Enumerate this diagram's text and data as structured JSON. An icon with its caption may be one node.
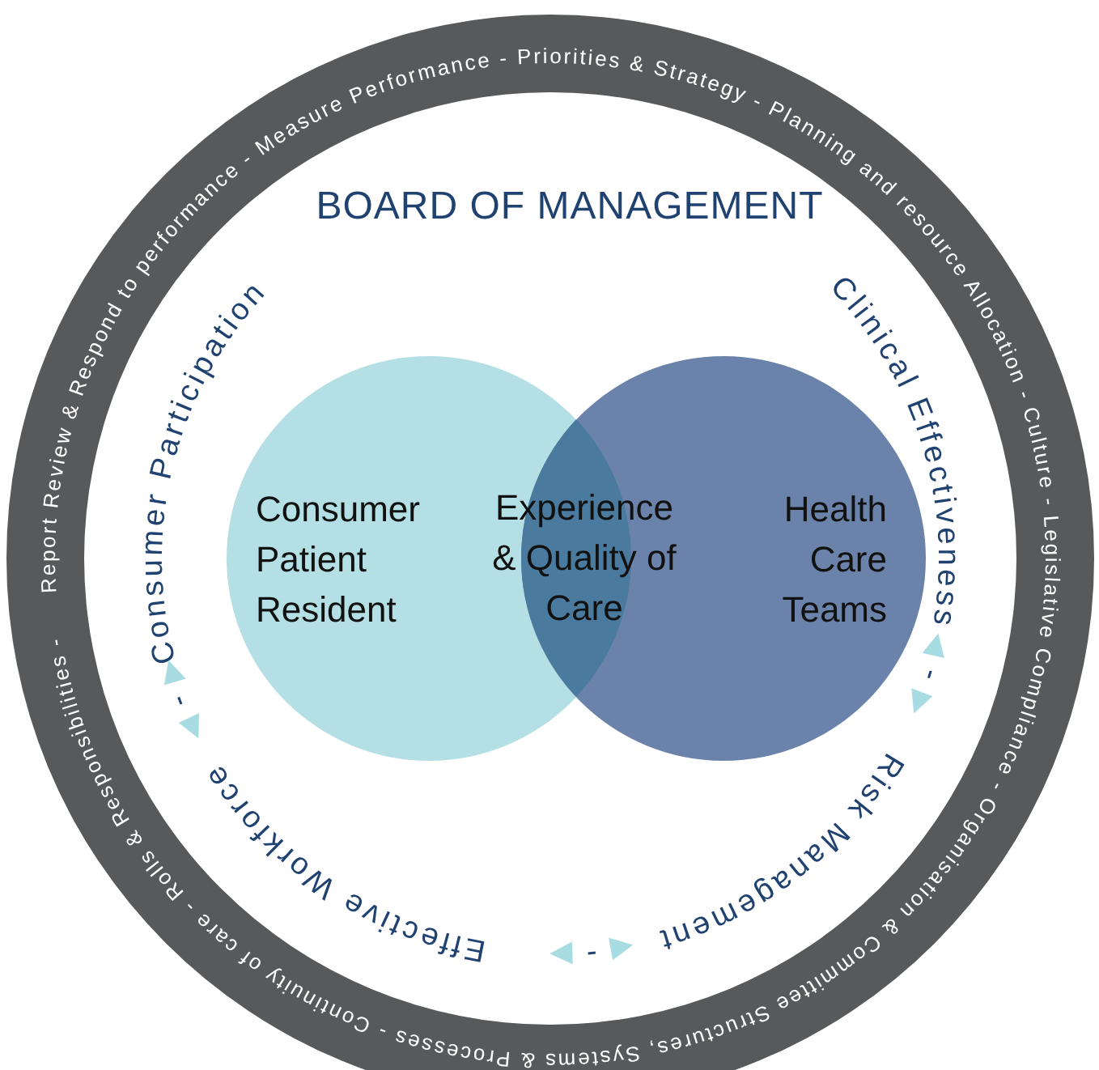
{
  "diagram": {
    "title": "BOARD OF MANAGEMENT",
    "nodes": [
      {
        "text": [
          "Consumer Patient Resident"
        ]
      },
      {
        "text": [
          "Experience & Quality of Care"
        ]
      },
      {
        "text": [
          "Health Care Teams"
        ]
      }
    ],
    "labels": [
      "Report Review & Respond to performance - Measure Performance - Priorities & Strategy - Planning and resource Allocation - Culture - Legislative Compliance - Organisation & Committee Structures, Systems & Processes - Continuity of care - Rolls & Responsibilities -",
      "Consumer Participation",
      "Clinical Effectiveness",
      "-",
      "Risk Management",
      "-",
      "Effective Workforce",
      "-"
    ]
  }
}
